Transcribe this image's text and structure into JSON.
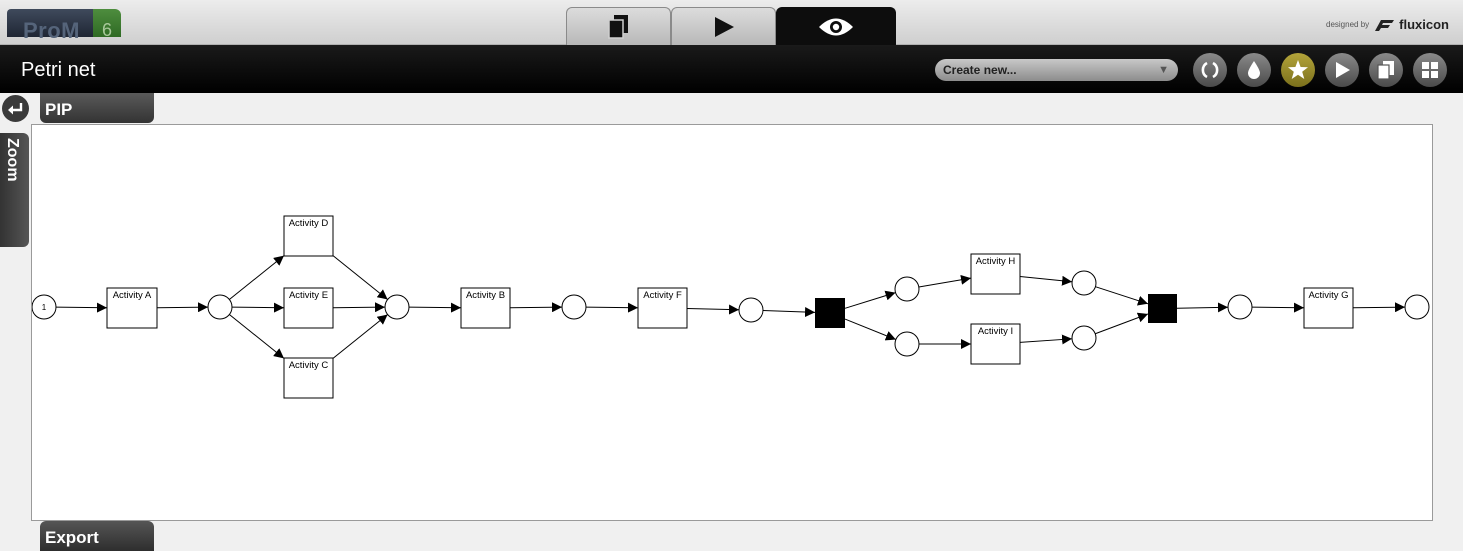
{
  "app": {
    "logo_text": "ProM",
    "logo_version": "6",
    "designed_by": "designed by",
    "brand": "fluxicon"
  },
  "main_tabs": [
    {
      "name": "workspace",
      "icon": "documents-icon",
      "active": false
    },
    {
      "name": "actions",
      "icon": "play-icon",
      "active": false
    },
    {
      "name": "views",
      "icon": "eye-icon",
      "active": true
    }
  ],
  "header": {
    "title": "Petri net",
    "create_label": "Create new...",
    "buttons": [
      {
        "name": "refresh-button",
        "icon": "refresh-icon"
      },
      {
        "name": "drop-button",
        "icon": "drop-icon"
      },
      {
        "name": "favorite-button",
        "icon": "star-icon",
        "color": "#9c8f2a"
      },
      {
        "name": "play-button",
        "icon": "play-icon"
      },
      {
        "name": "copy-button",
        "icon": "copy-icon"
      },
      {
        "name": "grid-button",
        "icon": "grid-icon"
      }
    ]
  },
  "panels": {
    "pip": "PIP",
    "zoom": "Zoom",
    "export": "Export"
  },
  "petri_net": {
    "start_token": "1",
    "transitions": [
      {
        "id": "A",
        "label": "Activity A"
      },
      {
        "id": "D",
        "label": "Activity D"
      },
      {
        "id": "E",
        "label": "Activity E"
      },
      {
        "id": "C",
        "label": "Activity C"
      },
      {
        "id": "B",
        "label": "Activity B"
      },
      {
        "id": "F",
        "label": "Activity F"
      },
      {
        "id": "H",
        "label": "Activity H"
      },
      {
        "id": "I",
        "label": "Activity I"
      },
      {
        "id": "G",
        "label": "Activity G"
      }
    ]
  }
}
